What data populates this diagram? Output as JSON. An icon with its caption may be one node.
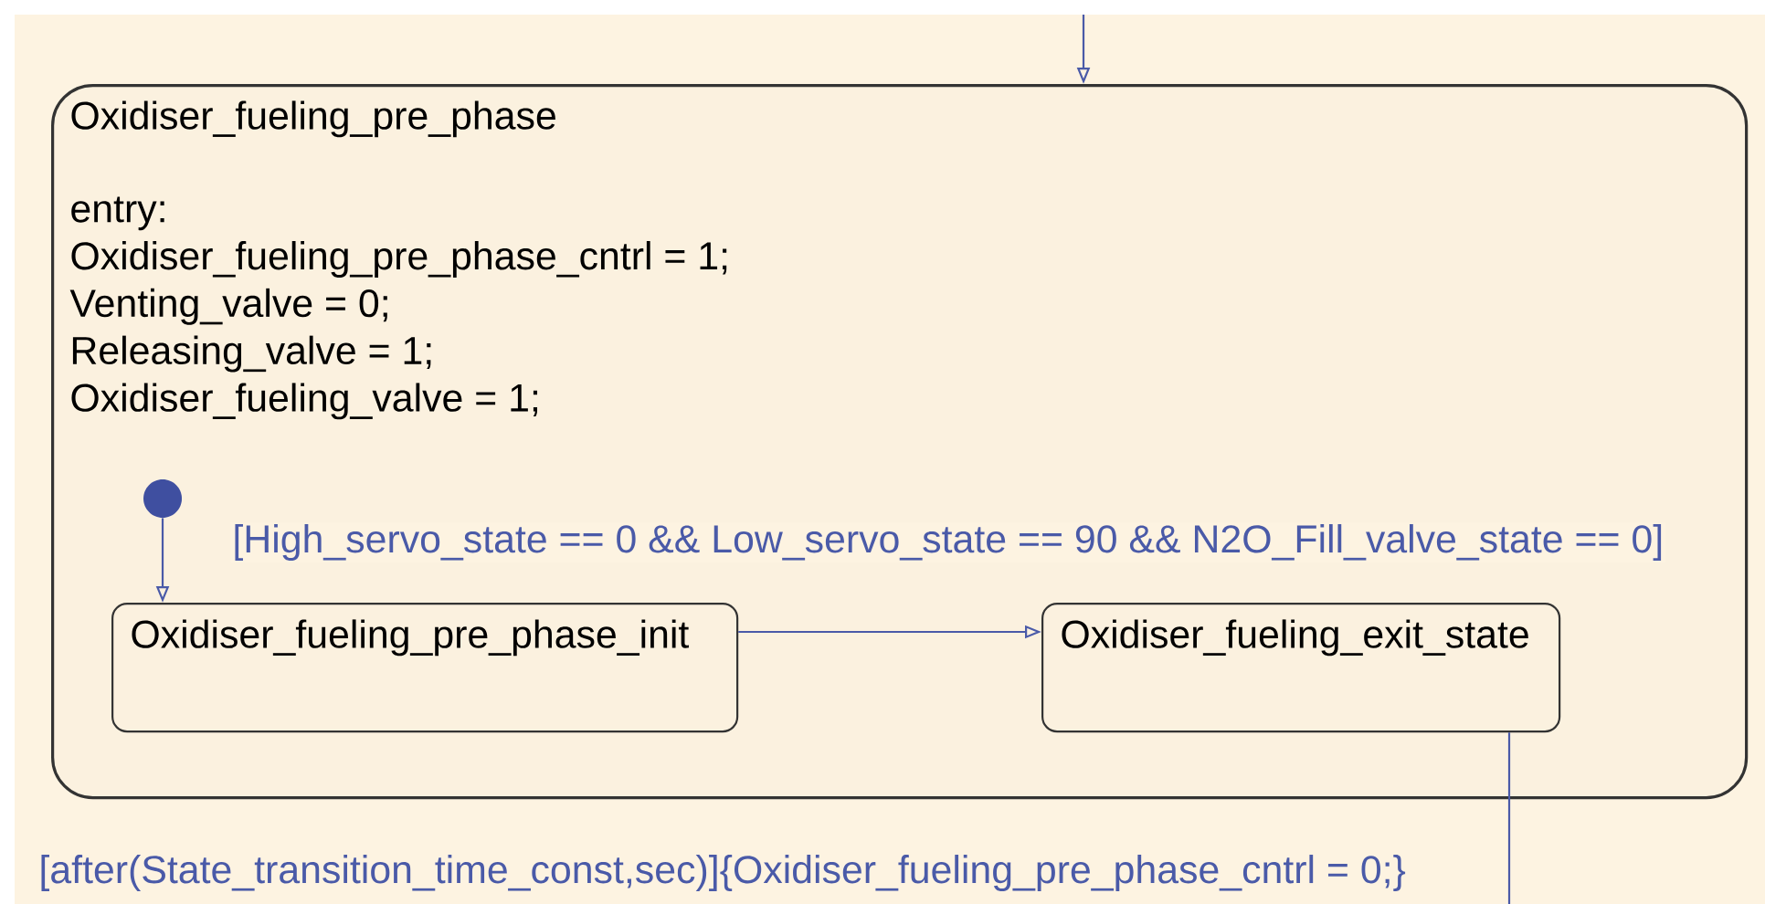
{
  "diagram": {
    "nodes": [
      {
        "text": [
          "Oxidiser_fueling_pre_phase",
          "entry:",
          "Oxidiser_fueling_pre_phase_cntrl = 1;",
          "Venting_valve = 0;",
          "Releasing_valve = 1;",
          "Oxidiser_fueling_valve = 1;"
        ]
      },
      {
        "text": [],
        "shape": "circle",
        "in": 0
      },
      {
        "text": [
          "Oxidiser_fueling_pre_phase_init"
        ],
        "in": 0
      },
      {
        "text": [
          "Oxidiser_fueling_exit_state"
        ],
        "in": 0
      }
    ],
    "edges": [
      {
        "from": null,
        "to": 0,
        "arrow": "to"
      },
      {
        "from": 1,
        "to": 2,
        "arrow": "to"
      },
      {
        "from": 2,
        "to": 3,
        "arrow": "to",
        "label": "[High_servo_state == 0 && Low_servo_state == 90 && N2O_Fill_valve_state == 0]"
      },
      {
        "from": 3,
        "to": null,
        "arrow": "none",
        "label": "[after(State_transition_time_const,sec)]{Oxidiser_fueling_pre_phase_cntrl = 0;}"
      }
    ]
  }
}
